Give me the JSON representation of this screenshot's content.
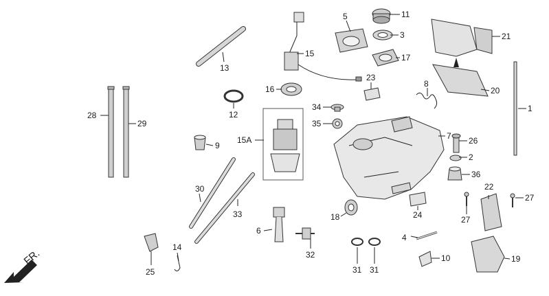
{
  "direction": {
    "label": "FR."
  },
  "callouts": [
    {
      "id": "p1",
      "text": "1"
    },
    {
      "id": "p2",
      "text": "2"
    },
    {
      "id": "p3",
      "text": "3"
    },
    {
      "id": "p4",
      "text": "4"
    },
    {
      "id": "p5",
      "text": "5"
    },
    {
      "id": "p6",
      "text": "6"
    },
    {
      "id": "p7",
      "text": "7"
    },
    {
      "id": "p8",
      "text": "8"
    },
    {
      "id": "p9",
      "text": "9"
    },
    {
      "id": "p10",
      "text": "10"
    },
    {
      "id": "p11",
      "text": "11"
    },
    {
      "id": "p12",
      "text": "12"
    },
    {
      "id": "p13",
      "text": "13"
    },
    {
      "id": "p14",
      "text": "14"
    },
    {
      "id": "p15",
      "text": "15"
    },
    {
      "id": "p15A",
      "text": "15A"
    },
    {
      "id": "p16",
      "text": "16"
    },
    {
      "id": "p17",
      "text": "17"
    },
    {
      "id": "p18",
      "text": "18"
    },
    {
      "id": "p19",
      "text": "19"
    },
    {
      "id": "p20",
      "text": "20"
    },
    {
      "id": "p21",
      "text": "21"
    },
    {
      "id": "p22",
      "text": "22"
    },
    {
      "id": "p23",
      "text": "23"
    },
    {
      "id": "p24",
      "text": "24"
    },
    {
      "id": "p25",
      "text": "25"
    },
    {
      "id": "p26",
      "text": "26"
    },
    {
      "id": "p27a",
      "text": "27"
    },
    {
      "id": "p27b",
      "text": "27"
    },
    {
      "id": "p28",
      "text": "28"
    },
    {
      "id": "p29",
      "text": "29"
    },
    {
      "id": "p30",
      "text": "30"
    },
    {
      "id": "p31a",
      "text": "31"
    },
    {
      "id": "p31b",
      "text": "31"
    },
    {
      "id": "p32",
      "text": "32"
    },
    {
      "id": "p33",
      "text": "33"
    },
    {
      "id": "p34",
      "text": "34"
    },
    {
      "id": "p35",
      "text": "35"
    },
    {
      "id": "p36",
      "text": "36"
    }
  ]
}
